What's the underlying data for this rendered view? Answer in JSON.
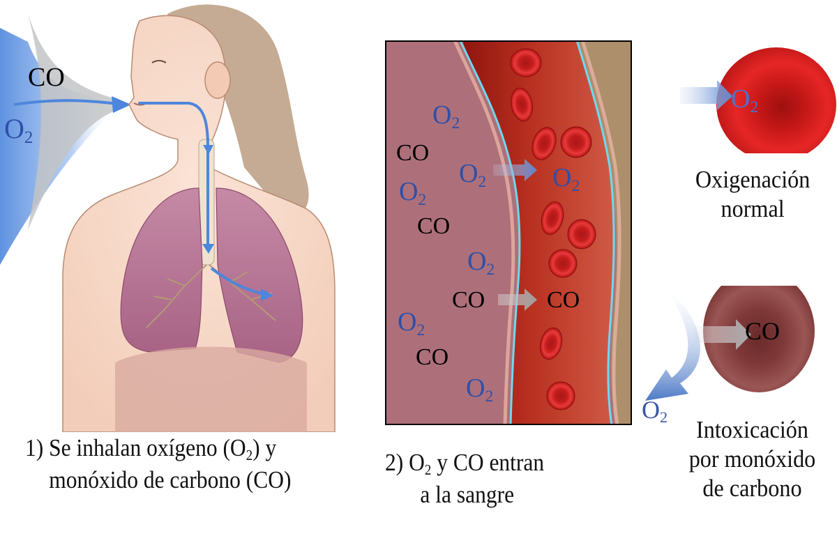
{
  "panel1": {
    "gas_labels": {
      "co": "CO",
      "o2_base": "O",
      "o2_sub": "2"
    },
    "caption": {
      "line1_prefix": "1) Se inhalan oxígeno (O",
      "line1_sub": "2",
      "line1_suffix": ") y",
      "line2": "monóxido de carbono (CO)"
    }
  },
  "panel2": {
    "o2_base": "O",
    "o2_sub": "2",
    "co": "CO",
    "caption": {
      "line1_prefix": "2) O",
      "line1_sub": "2",
      "line1_suffix": " y CO entran",
      "line2": "a la sangre"
    }
  },
  "panel3": {
    "normal": {
      "o2_base": "O",
      "o2_sub": "2",
      "caption_line1": "Oxigenación",
      "caption_line2": "normal"
    },
    "poisoning": {
      "co": "CO",
      "o2_base": "O",
      "o2_sub": "2",
      "caption_line1": "Intoxicación",
      "caption_line2": "por monóxido",
      "caption_line3": "de carbono"
    }
  },
  "colors": {
    "o2_text": "#2f4fa8",
    "tissue": "#ad707a",
    "vessel": "#c0402f",
    "vessel_dark": "#9a1a12",
    "outer_tissue": "#ad8f6c",
    "membrane": "#6fd8f0",
    "rbc_normal": "#d81e1e",
    "rbc_poisoned": "#8a4444",
    "arrow_blue": "#4d86dc",
    "arrow_gray": "#a8aaad"
  }
}
